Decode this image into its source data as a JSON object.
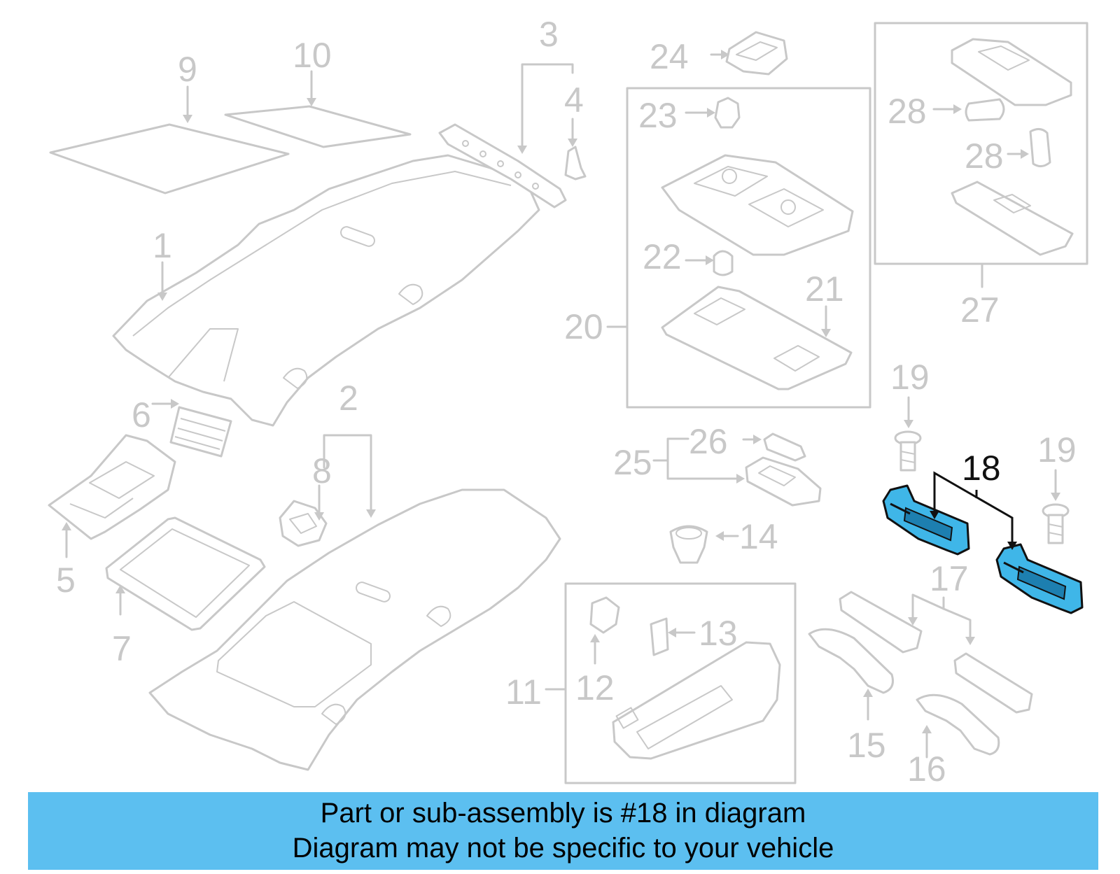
{
  "labels": {
    "p1": "1",
    "p2": "2",
    "p3": "3",
    "p4": "4",
    "p5": "5",
    "p6": "6",
    "p7": "7",
    "p8": "8",
    "p9": "9",
    "p10": "10",
    "p11": "11",
    "p12": "12",
    "p13": "13",
    "p14": "14",
    "p15": "15",
    "p16": "16",
    "p17": "17",
    "p18": "18",
    "p19a": "19",
    "p19b": "19",
    "p20": "20",
    "p21": "21",
    "p22": "22",
    "p23": "23",
    "p24": "24",
    "p25": "25",
    "p26": "26",
    "p27": "27",
    "p28a": "28",
    "p28b": "28"
  },
  "highlight_part": "18",
  "colors": {
    "line": "#c8c8c8",
    "highlight_fill": "#3fb6e8",
    "highlight_line": "#111111",
    "banner": "#5cbff0"
  },
  "banner": {
    "line1": "Part or sub-assembly is #18 in diagram",
    "line2": "Diagram may not be specific to your vehicle"
  }
}
